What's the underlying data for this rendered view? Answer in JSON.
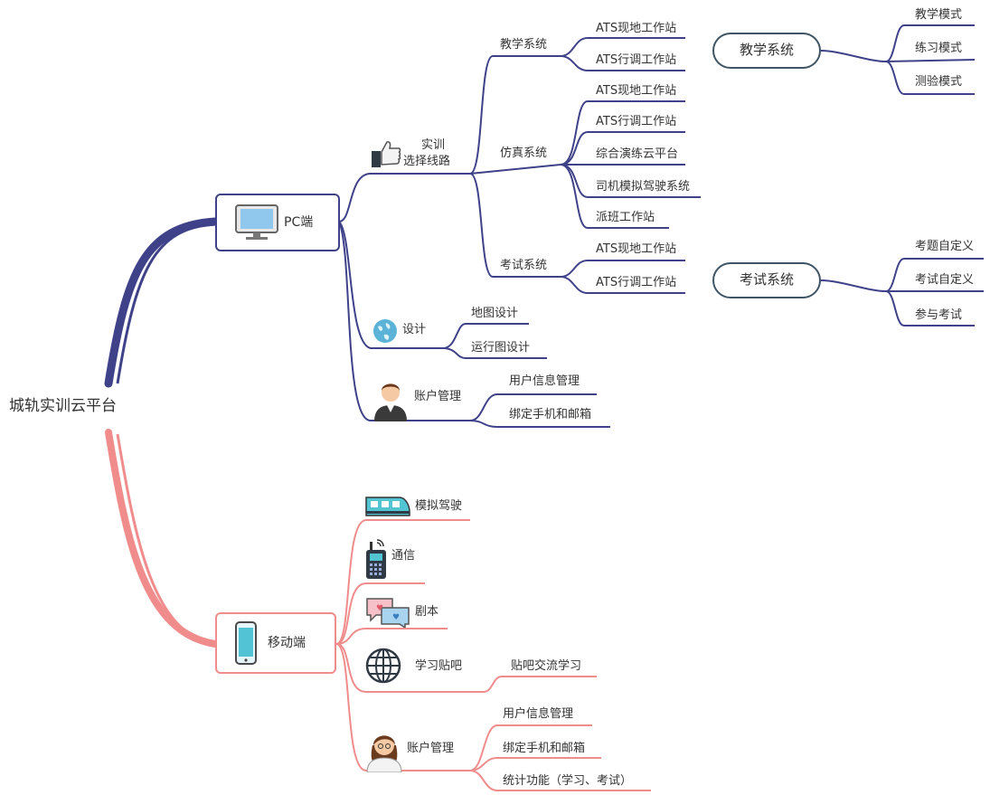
{
  "root": {
    "label": "城轨实训云平台"
  },
  "pc": {
    "label": "PC端",
    "icon": "monitor-icon",
    "shixun": {
      "label_line1": "实训",
      "label_line2": "选择线路",
      "icon": "thumbs-up-icon",
      "teaching": {
        "label": "教学系统",
        "items": [
          "ATS现地工作站",
          "ATS行调工作站"
        ]
      },
      "simulation": {
        "label": "仿真系统",
        "items": [
          "ATS现地工作站",
          "ATS行调工作站",
          "综合演练云平台",
          "司机模拟驾驶系统",
          "派班工作站"
        ]
      },
      "exam": {
        "label": "考试系统",
        "items": [
          "ATS现地工作站",
          "ATS行调工作站"
        ]
      }
    },
    "design": {
      "label": "设计",
      "icon": "globe-icon",
      "items": [
        "地图设计",
        "运行图设计"
      ]
    },
    "account": {
      "label": "账户管理",
      "icon": "man-avatar-icon",
      "items": [
        "用户信息管理",
        "绑定手机和邮箱"
      ]
    }
  },
  "side": {
    "teaching": {
      "label": "教学系统",
      "items": [
        "教学模式",
        "练习模式",
        "测验模式"
      ]
    },
    "exam": {
      "label": "考试系统",
      "items": [
        "考题自定义",
        "考试自定义",
        "参与考试"
      ]
    }
  },
  "mobile": {
    "label": "移动端",
    "icon": "smartphone-icon",
    "drive": {
      "label": "模拟驾驶",
      "icon": "train-icon"
    },
    "comm": {
      "label": "通信",
      "icon": "walkie-talkie-icon"
    },
    "script": {
      "label": "剧本",
      "icon": "chat-bubbles-icon"
    },
    "forum": {
      "label": "学习贴吧",
      "icon": "globe-grid-icon",
      "items": [
        "贴吧交流学习"
      ]
    },
    "account": {
      "label": "账户管理",
      "icon": "woman-avatar-icon",
      "items": [
        "用户信息管理",
        "绑定手机和邮箱",
        "统计功能（学习、考试）"
      ]
    }
  },
  "colors": {
    "pc_branch": "#3f4289",
    "mobile_branch": "#f08c8c",
    "side_pill": "#3f5566"
  }
}
